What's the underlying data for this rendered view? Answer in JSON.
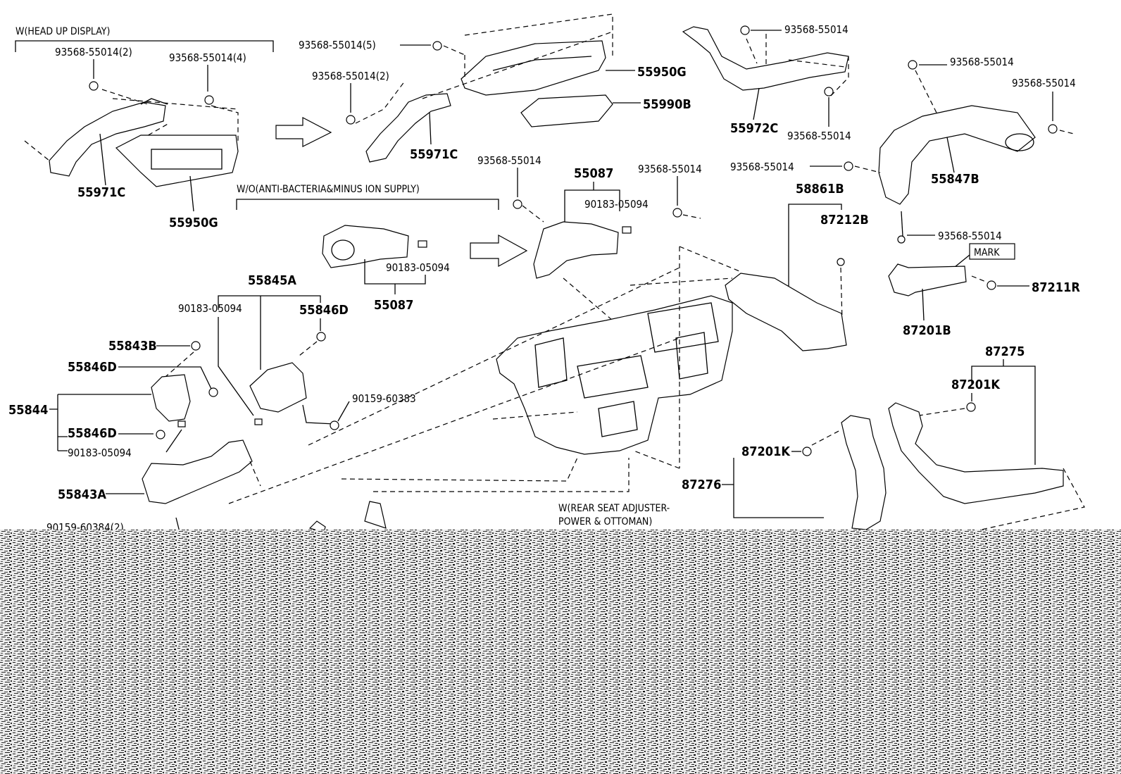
{
  "colors": {
    "line": "#000000",
    "background": "#ffffff"
  },
  "notes": {
    "head_up_display": "W(HEAD UP DISPLAY)",
    "anti_bacteria": "W/O(ANTI-BACTERIA&MINUS ION SUPPLY)",
    "rear_seat_1": "W(REAR SEAT ADJUSTER-",
    "rear_seat_2": "POWER & OTTOMAN)",
    "mark": "MARK"
  },
  "parts": {
    "p_93568_55014_2a": "93568-55014(2)",
    "p_93568_55014_4": "93568-55014(4)",
    "p_55971C_a": "55971C",
    "p_55950G_a": "55950G",
    "p_93568_55014_5": "93568-55014(5)",
    "p_93568_55014_2b": "93568-55014(2)",
    "p_55950G_b": "55950G",
    "p_55990B": "55990B",
    "p_55971C_b": "55971C",
    "p_93568_55014_top": "93568-55014",
    "p_55972C": "55972C",
    "p_93568_55014_mid": "93568-55014",
    "p_93568_55014_r1": "93568-55014",
    "p_93568_55014_r2": "93568-55014",
    "p_93568_55014_r3": "93568-55014",
    "p_55847B": "55847B",
    "p_93568_55014_r4": "93568-55014",
    "p_93568_55014_c1": "93568-55014",
    "p_55087_a": "55087",
    "p_93568_55014_c2": "93568-55014",
    "p_90183_05094_c": "90183-05094",
    "p_90183_05094_b": "90183-05094",
    "p_55087_b": "55087",
    "p_58861B": "58861B",
    "p_87212B": "87212B",
    "p_87211R": "87211R",
    "p_87201B": "87201B",
    "p_55845A": "55845A",
    "p_90183_05094_a": "90183-05094",
    "p_55846D_a": "55846D",
    "p_55843B": "55843B",
    "p_55846D_b": "55846D",
    "p_55844": "55844",
    "p_90159_60383": "90159-60383",
    "p_55846D_c": "55846D",
    "p_90183_05094_d": "90183-05094",
    "p_55843A": "55843A",
    "p_87275": "87275",
    "p_87201K_a": "87201K",
    "p_87201K_b": "87201K",
    "p_87276": "87276",
    "p_90159_60384_2": "90159-60384(2)"
  }
}
